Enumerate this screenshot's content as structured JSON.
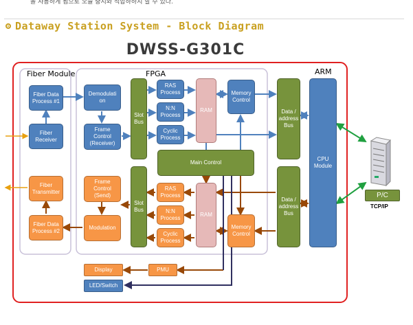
{
  "top_partial_text": "을 사용하게 됨으로 오늘 중지와 적합하하지 할 수 있다.",
  "section_title": "Dataway Station System - Block Diagram",
  "diagram_title": "DWSS-G301C",
  "groups": {
    "fiber_module": "Fiber Module",
    "fpga": "FPGA",
    "arm": "ARM"
  },
  "blocks": {
    "fiber_data_process_1": "Fiber Data Process #1",
    "fiber_receiver": "Fiber Receiver",
    "fiber_transmitter": "Fiber Transmitter",
    "fiber_data_process_2": "Fiber Data Process #2",
    "demodulation": "Demodulati on",
    "frame_control_receiver": "Frame Control (Receiver)",
    "frame_control_send": "Frame Control (Send)",
    "modulation": "Modulation",
    "slot_bus_top": "Slot Bus",
    "slot_bus_bottom": "Slot Bus",
    "ras_process_top": "RAS Process",
    "nn_process_top": "N:N Process",
    "cyclic_process_top": "Cyclic Process",
    "ras_process_bottom": "RAS Process",
    "nn_process_bottom": "N:N Process",
    "cyclic_process_bottom": "Cyclic Process",
    "ram_top": "RAM",
    "ram_bottom": "RAM",
    "memory_control_top": "Memory Control",
    "memory_control_bottom": "Memory Control",
    "main_control": "Main Control",
    "data_address_bus_top": "Data / address Bus",
    "data_address_bus_bottom": "Data / address Bus",
    "cpu_module": "CPU Module",
    "display": "Display",
    "pmu": "PMU",
    "led_switch": "LED/Switch",
    "pc": "P/C",
    "tcp_ip": "TCP/IP"
  },
  "colors": {
    "blue": "#4f81bd",
    "orange": "#f79646",
    "green": "#77933c",
    "pink": "#e6b9b8",
    "outer_border": "#e02020",
    "blue_arrow": "#4f81bd",
    "brown_arrow": "#984807",
    "navy_line": "#2f2f5f",
    "yellow_arrow": "#e8a010",
    "green_arrow": "#20a040"
  }
}
